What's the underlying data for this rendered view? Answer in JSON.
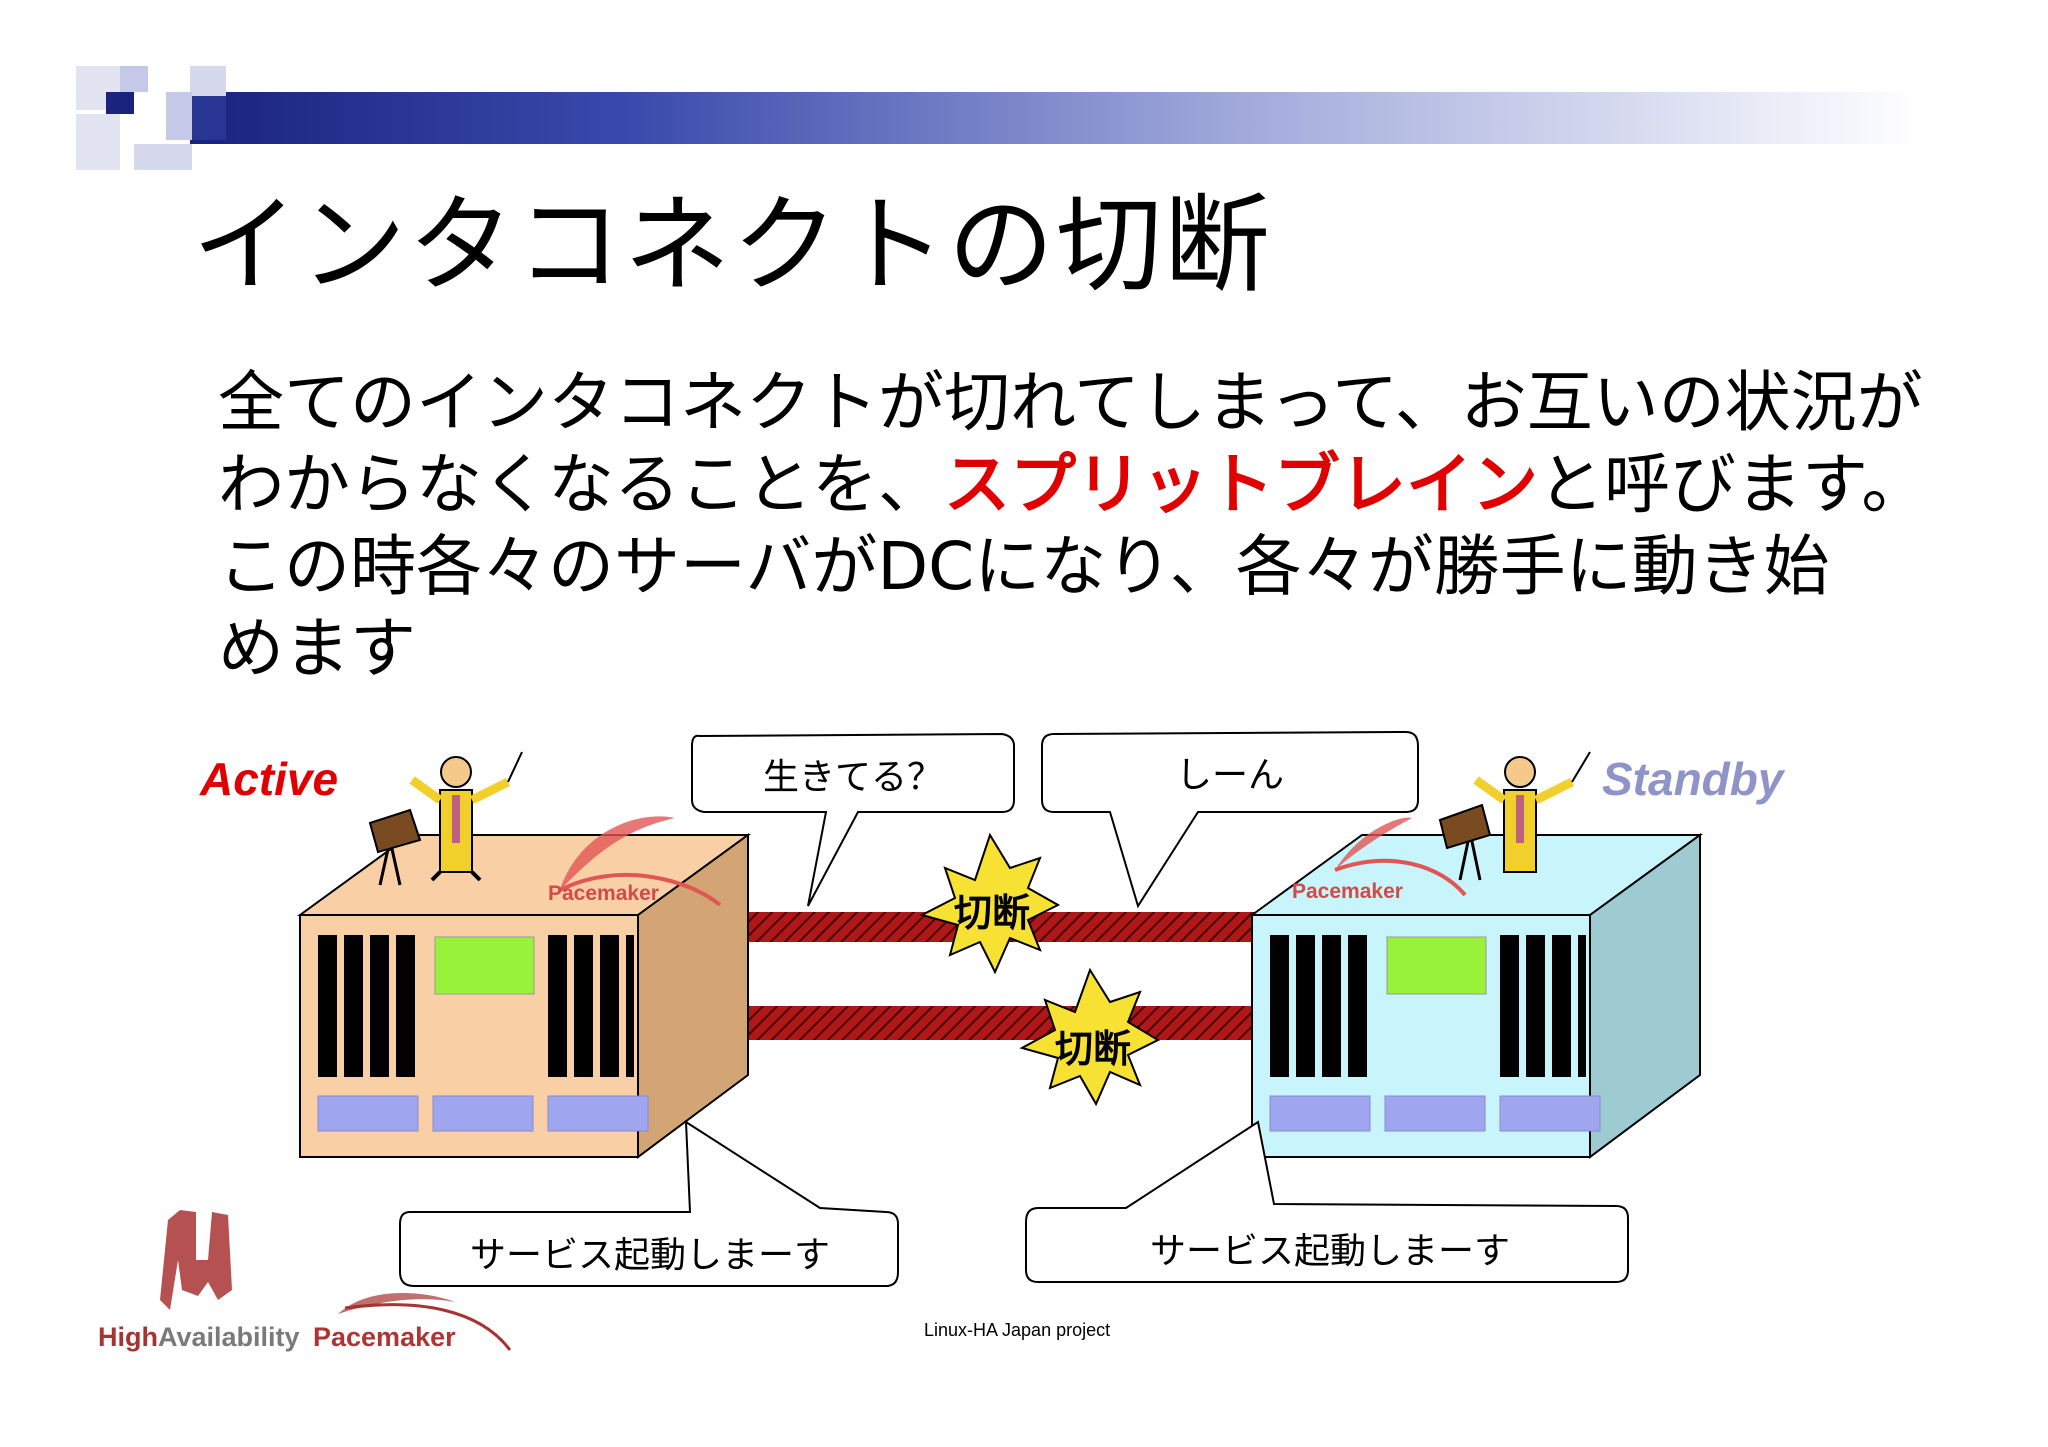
{
  "title": "インタコネクトの切断",
  "body": {
    "line1": "全てのインタコネクトが切れてしまって、お互いの状況が",
    "line2_prefix": "わからなくなることを、",
    "line2_highlight": "スプリットブレイン",
    "line2_suffix": "と呼びます。",
    "line3": "この時各々のサーバがDCになり、各々が勝手に動き始",
    "line4": "めます"
  },
  "diagram": {
    "active_label": "Active",
    "standby_label": "Standby",
    "bubble_alive": "生きてる？",
    "bubble_silence": "しーん",
    "cut_label_1": "切断",
    "cut_label_2": "切断",
    "server_logo_left": "Pacemaker",
    "server_logo_right": "Pacemaker",
    "bubble_service_left": "サービス起動しまーす",
    "bubble_service_right": "サービス起動しまーす"
  },
  "footer": {
    "project": "Linux-HA Japan project",
    "logo_ha_high": "High",
    "logo_ha_availability": "Availability",
    "logo_pacemaker": "Pacemaker"
  },
  "colors": {
    "accent_red": "#e00000",
    "standby_label": "#8e94c8",
    "header_navy": "#1a237e",
    "active_server_front": "#f9cfa5",
    "standby_server_front": "#c8f4fc",
    "cable_red": "#b01818",
    "burst_yellow": "#f7e233"
  },
  "icons": [
    "pixel-squares-decoration",
    "conductor-figure-icon",
    "explosion-burst-icon",
    "ha-logo-icon",
    "pacemaker-swoosh-icon"
  ]
}
